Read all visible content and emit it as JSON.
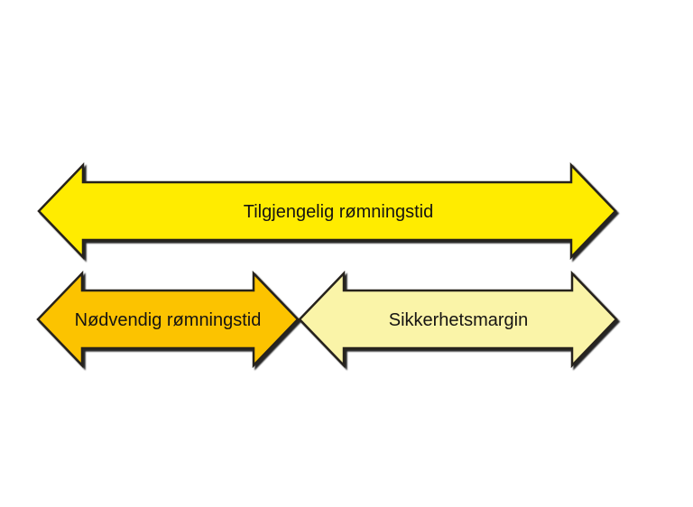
{
  "colors": {
    "background": "#ffffff",
    "outline": "#27211d",
    "label_text": "#161412",
    "available_fill": "#ffec00",
    "required_fill": "#fcc306",
    "margin_fill": "#faf4a8",
    "shadow": "#000000"
  },
  "arrows": {
    "available": {
      "label": "Tilgjengelig rømningstid"
    },
    "required": {
      "label": "Nødvendig rømningstid"
    },
    "margin": {
      "label": "Sikkerhetsmargin"
    }
  }
}
